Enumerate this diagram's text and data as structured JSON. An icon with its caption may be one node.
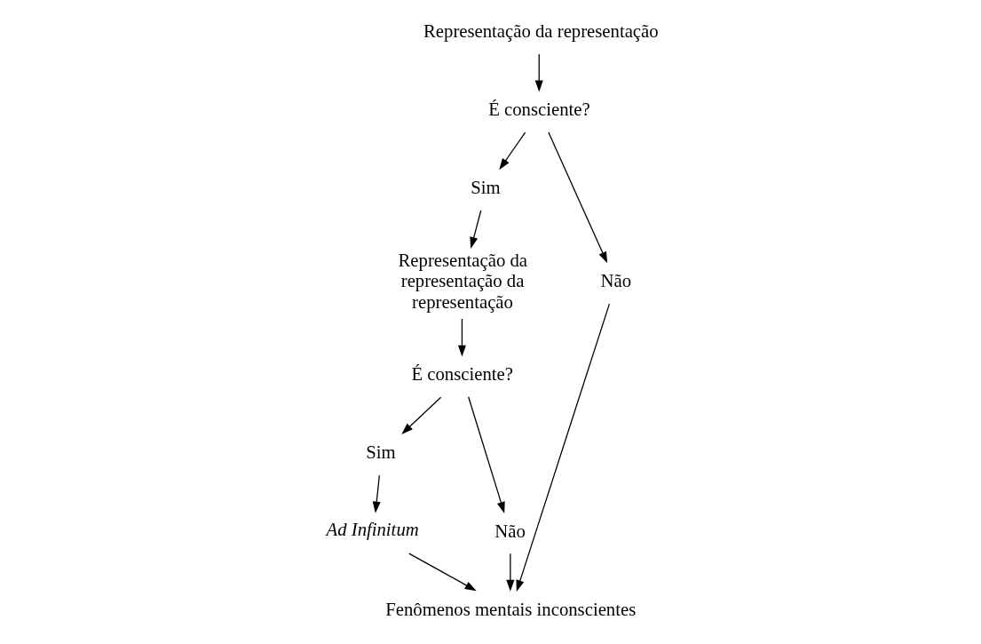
{
  "diagram": {
    "nodes": [
      {
        "text": [
          "Representação da representação"
        ]
      },
      {
        "text": [
          "É consciente?"
        ]
      },
      {
        "text": [
          "Sim"
        ]
      },
      {
        "text": [
          "Não"
        ]
      },
      {
        "text": [
          "Representação da representação da representação"
        ]
      },
      {
        "text": [
          "Fenômenos mentais inconscientes"
        ]
      },
      {
        "text": [
          "É consciente?"
        ]
      },
      {
        "text": [
          "Sim"
        ]
      },
      {
        "text": [
          "Não"
        ]
      },
      {
        "text": [
          "Ad Infinitum"
        ]
      }
    ],
    "edges": [
      {
        "from": 0,
        "to": 1,
        "arrow": "to"
      },
      {
        "from": 1,
        "to": 2,
        "arrow": "to"
      },
      {
        "from": 1,
        "to": 3,
        "arrow": "to"
      },
      {
        "from": 2,
        "to": 4,
        "arrow": "to"
      },
      {
        "from": 3,
        "to": 5,
        "arrow": "to"
      },
      {
        "from": 4,
        "to": 6,
        "arrow": "to"
      },
      {
        "from": 6,
        "to": 7,
        "arrow": "to"
      },
      {
        "from": 6,
        "to": 8,
        "arrow": "to"
      },
      {
        "from": 7,
        "to": 9,
        "arrow": "to"
      },
      {
        "from": 8,
        "to": 5,
        "arrow": "to"
      },
      {
        "from": 9,
        "to": 5,
        "arrow": "to"
      }
    ]
  }
}
